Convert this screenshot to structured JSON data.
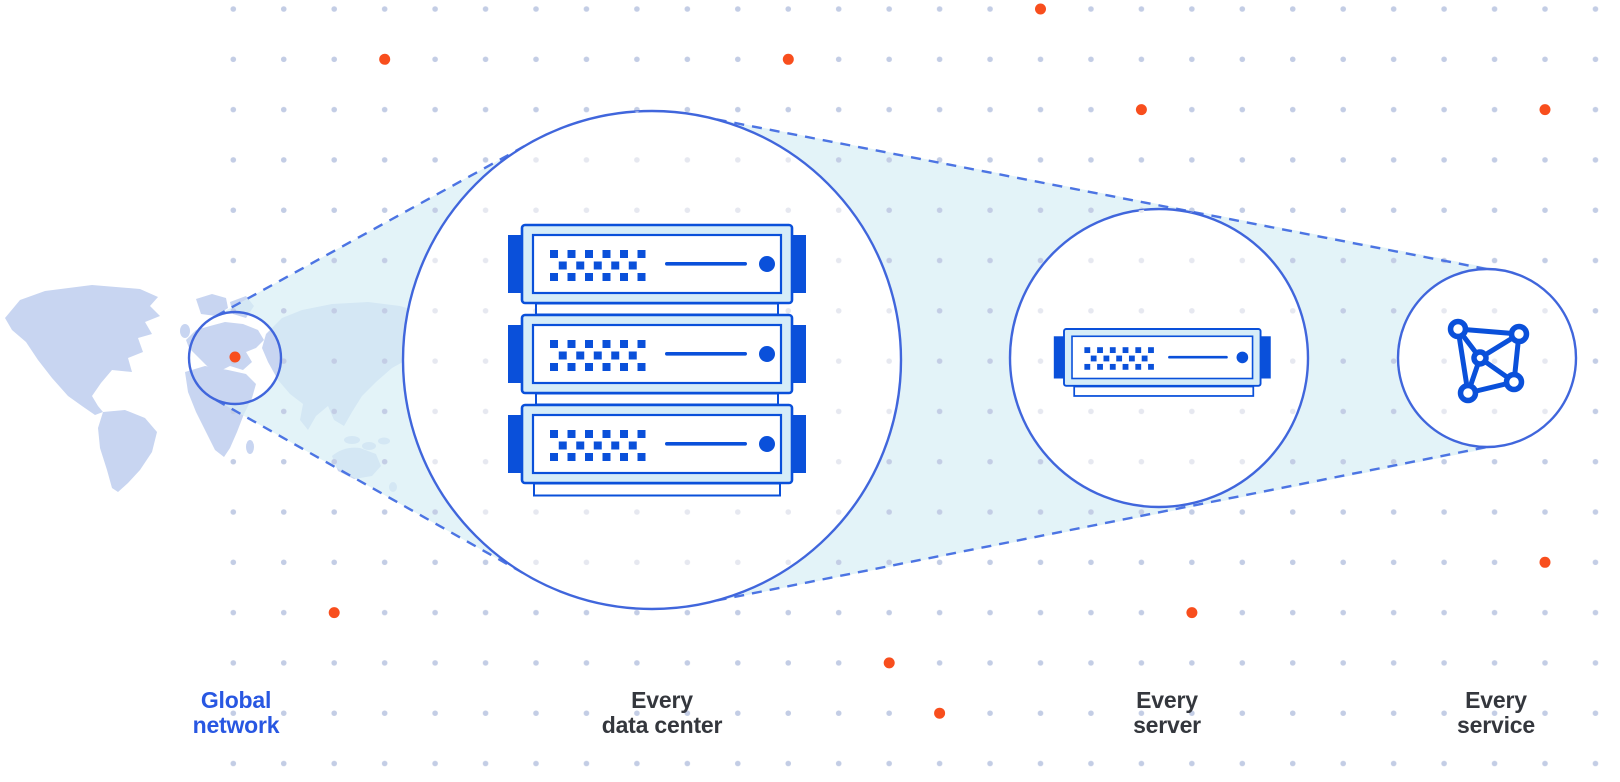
{
  "figure": {
    "title": "network-zoom-diagram",
    "labels": [
      {
        "id": "global-network",
        "lines": [
          "Global",
          "network"
        ],
        "color": "#2857E2"
      },
      {
        "id": "every-data-center",
        "lines": [
          "Every",
          "data center"
        ],
        "color": "#34373D"
      },
      {
        "id": "every-server",
        "lines": [
          "Every",
          "server"
        ],
        "color": "#34373D"
      },
      {
        "id": "every-service",
        "lines": [
          "Every",
          "service"
        ],
        "color": "#34373D"
      }
    ],
    "icons": [
      "world-map",
      "location-marker-dot",
      "server-rack",
      "server",
      "network-mesh"
    ],
    "colors": {
      "server_blue": "#0A50DA",
      "circle_stroke": "#4066DC",
      "dashed_line": "#4C74E3",
      "cone_fill": "#D8EEF5",
      "grid_dot": "#C3CDE5",
      "grid_dot_faint": "#E6E8F0",
      "orange_dot": "#F84E1D",
      "map_fill": "#C8D5F1",
      "server_panel_fill": "#D6EDF8",
      "label_blue": "#2857E2",
      "label_dark": "#34373D"
    }
  }
}
